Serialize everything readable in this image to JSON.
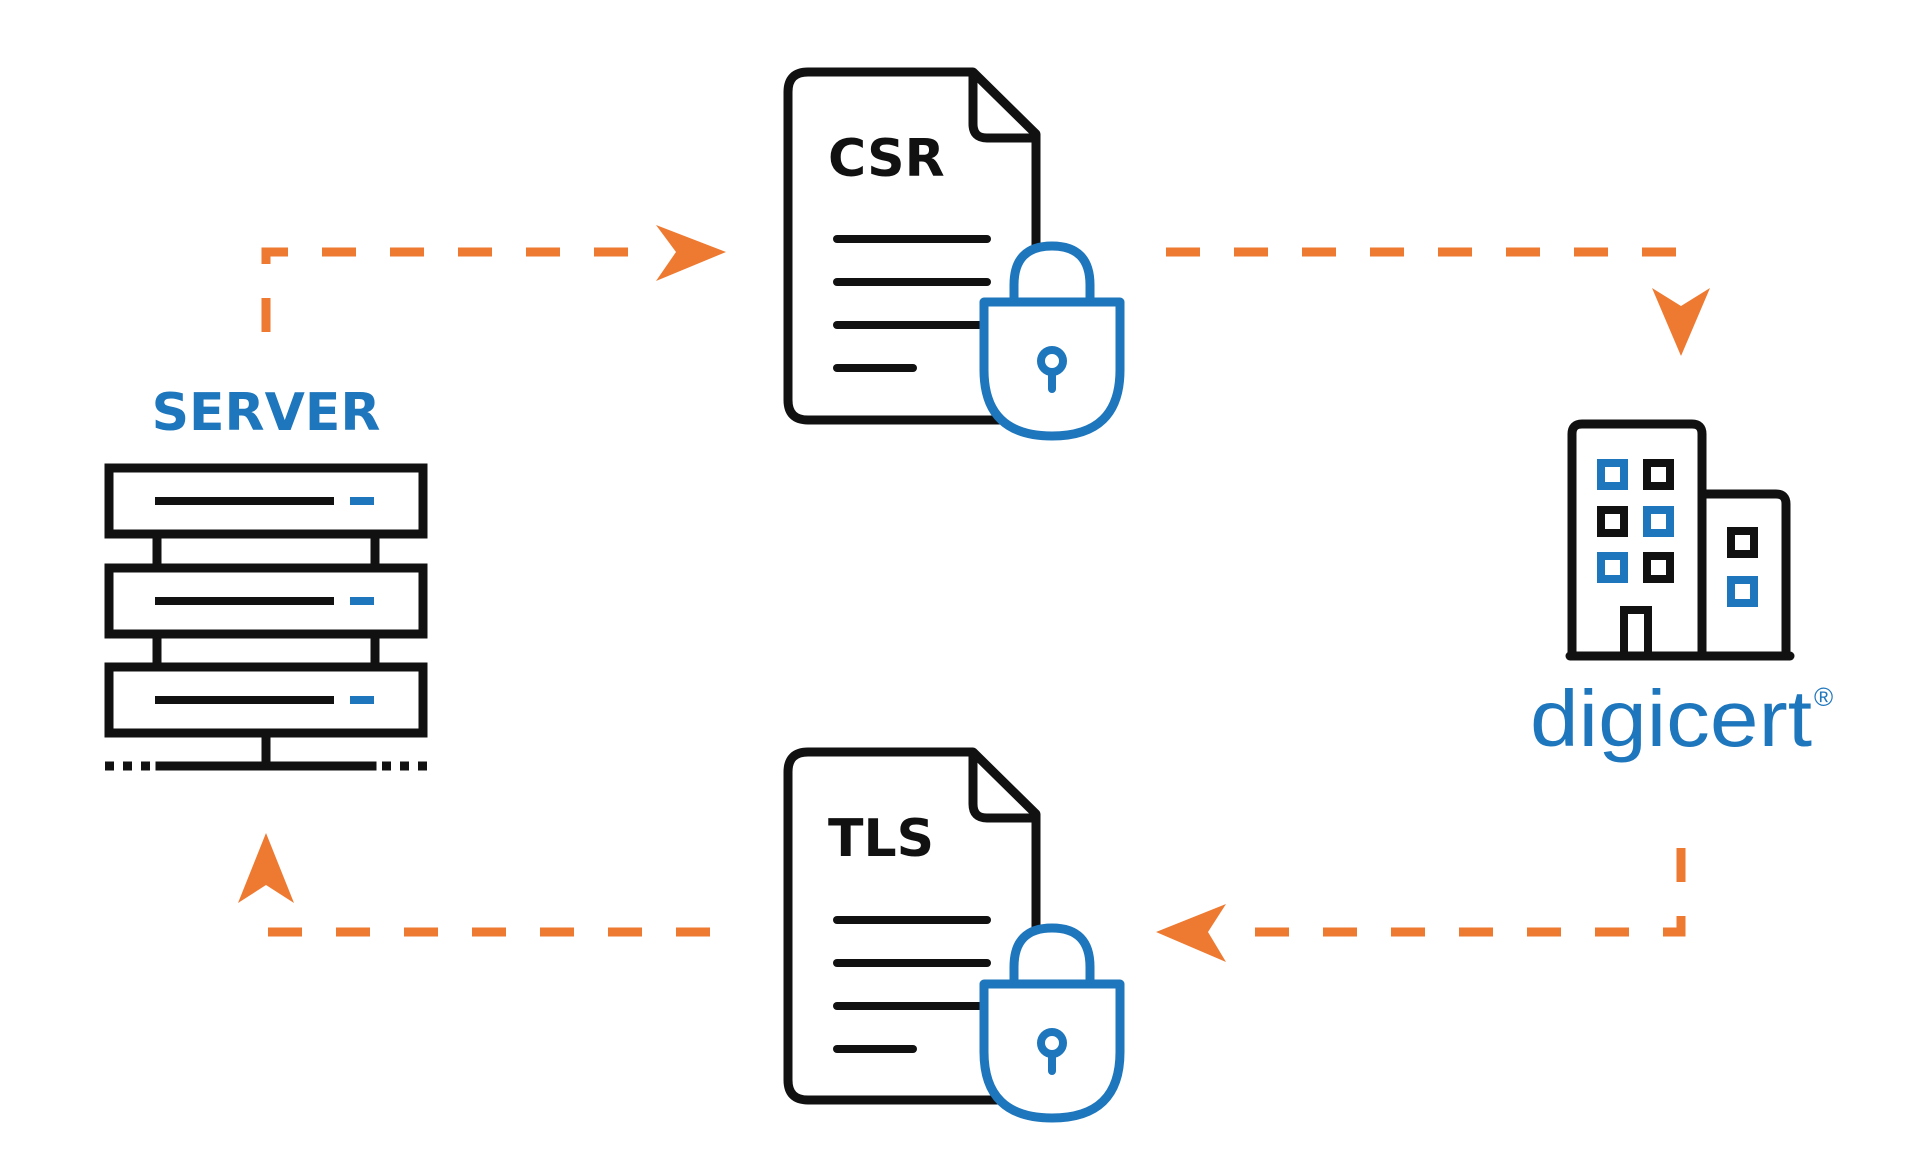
{
  "labels": {
    "server": "SERVER",
    "csr": "CSR",
    "tls": "TLS",
    "brand": "digicert",
    "brand_mark": "®"
  },
  "icons": {
    "server": "server-rack-icon",
    "csr_document": "document-icon",
    "csr_lock": "padlock-icon",
    "tls_document": "document-icon",
    "tls_lock": "padlock-icon",
    "ca": "building-icon"
  },
  "arrows": [
    {
      "from": "server",
      "to": "csr"
    },
    {
      "from": "csr",
      "to": "digicert"
    },
    {
      "from": "digicert",
      "to": "tls"
    },
    {
      "from": "tls",
      "to": "server"
    }
  ],
  "colors": {
    "outline": "#111111",
    "accent_blue": "#1e76bd",
    "arrow_orange": "#ee7a32",
    "background": "#ffffff"
  }
}
